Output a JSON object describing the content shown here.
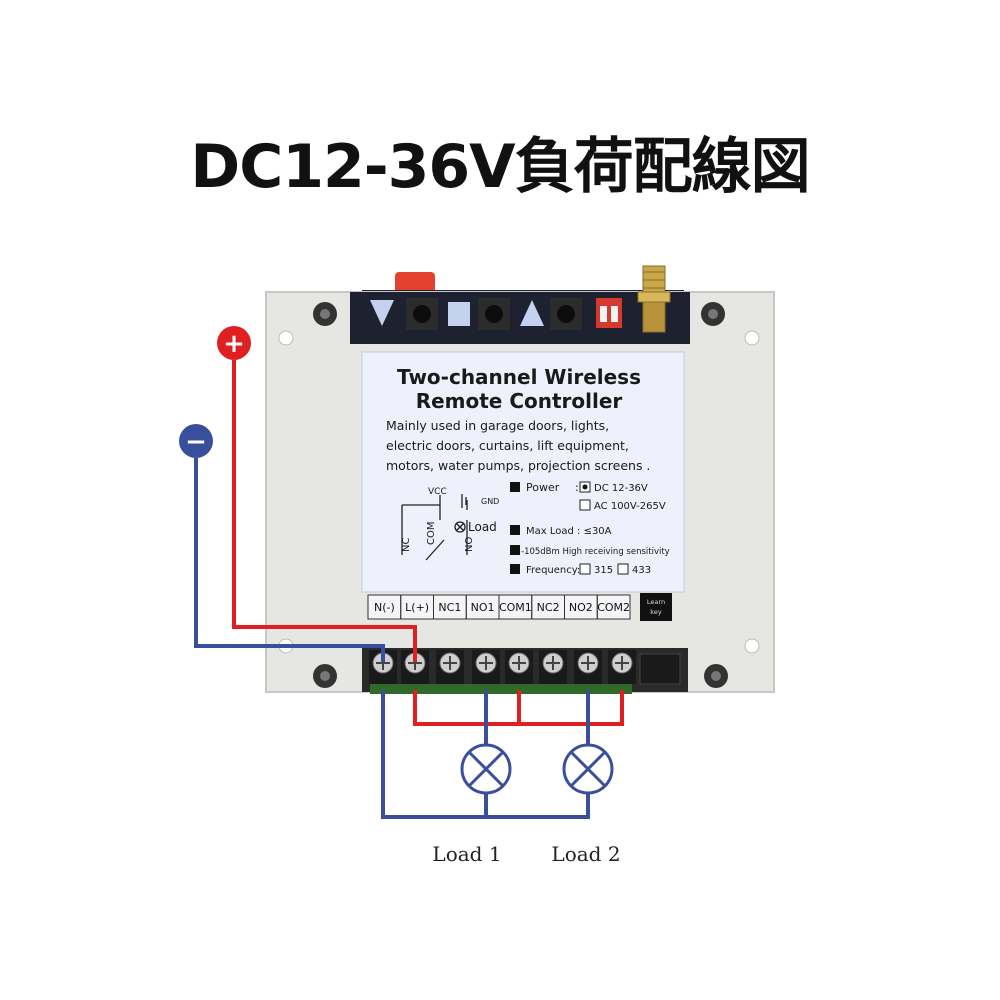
{
  "title": "DC12-36V負荷配線図",
  "polarity": {
    "plus": "+",
    "minus": "−"
  },
  "label": {
    "heading_line1": "Two-channel Wireless",
    "heading_line2": "Remote Controller",
    "desc_line1": "Mainly used in garage doors, lights,",
    "desc_line2": "electric doors, curtains, lift equipment,",
    "desc_line3": "motors, water pumps, projection screens .",
    "schematic": {
      "vcc": "VCC",
      "gnd": "GND",
      "load": "Load",
      "nc": "NC",
      "com": "COM",
      "no": "NO"
    },
    "specs": {
      "power_label": "Power",
      "power_sep": ":",
      "dc_option": "DC 12-36V",
      "ac_option": "AC 100V-265V",
      "max_load": "Max Load : ≤30A",
      "sensitivity": "-105dBm High receiving sensitivity",
      "frequency_label": "Frequency:",
      "freq_315": "315",
      "freq_433": "433"
    }
  },
  "terminals": [
    "N(-)",
    "L(+)",
    "NC1",
    "NO1",
    "COM1",
    "NC2",
    "NO2",
    "COM2"
  ],
  "learn_key": {
    "line1": "Learn",
    "line2": "key"
  },
  "loads": [
    "Load 1",
    "Load 2"
  ],
  "colors": {
    "positive_wire": "#e02020",
    "negative_wire": "#3a4f9c",
    "housing": "#e6e6e2",
    "label_bg": "#eef0fb"
  }
}
